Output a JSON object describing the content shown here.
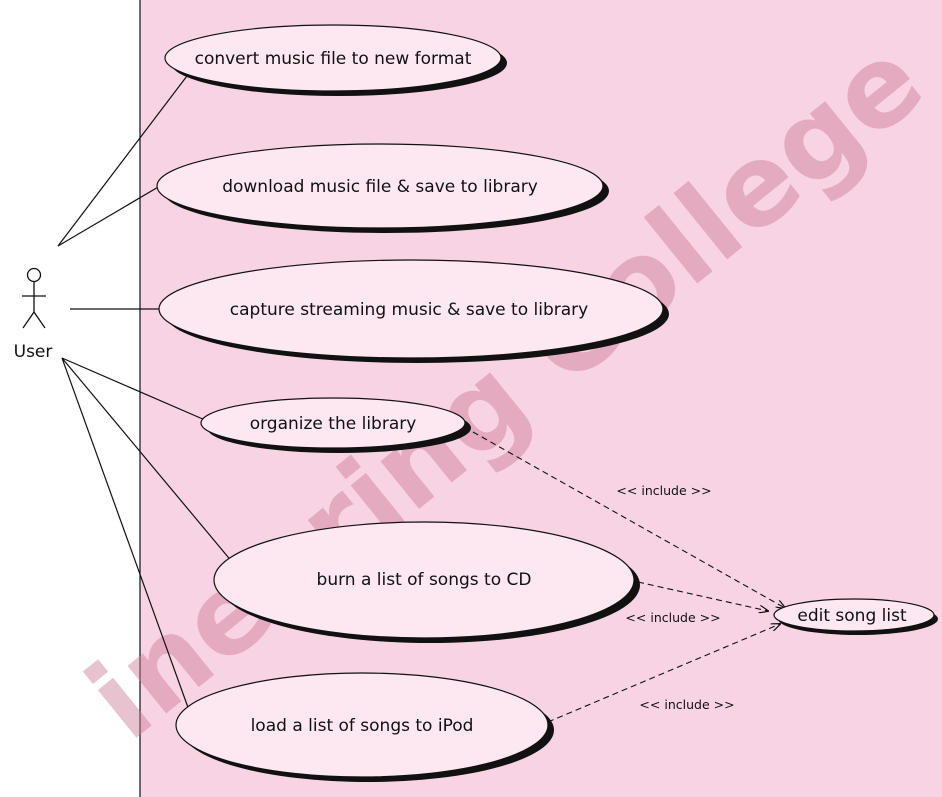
{
  "colors": {
    "system_fill": "#f8d3e3",
    "usecase_fill": "#fde7f0",
    "line": "#111111",
    "watermark": "#cc7a96"
  },
  "actor": {
    "label": "User",
    "icon": "stick-figure-icon"
  },
  "use_cases": [
    {
      "id": "convert",
      "label": "convert music file to new format"
    },
    {
      "id": "download",
      "label": "download music file & save to library"
    },
    {
      "id": "capture",
      "label": "capture streaming music & save to library"
    },
    {
      "id": "organize",
      "label": "organize the library"
    },
    {
      "id": "burn",
      "label": "burn a list of songs to CD"
    },
    {
      "id": "load",
      "label": "load a list of songs to iPod"
    },
    {
      "id": "edit",
      "label": "edit song list"
    }
  ],
  "include_labels": [
    "<< include >>",
    "<< include >>",
    "<< include >>"
  ],
  "watermark": "ineering College"
}
